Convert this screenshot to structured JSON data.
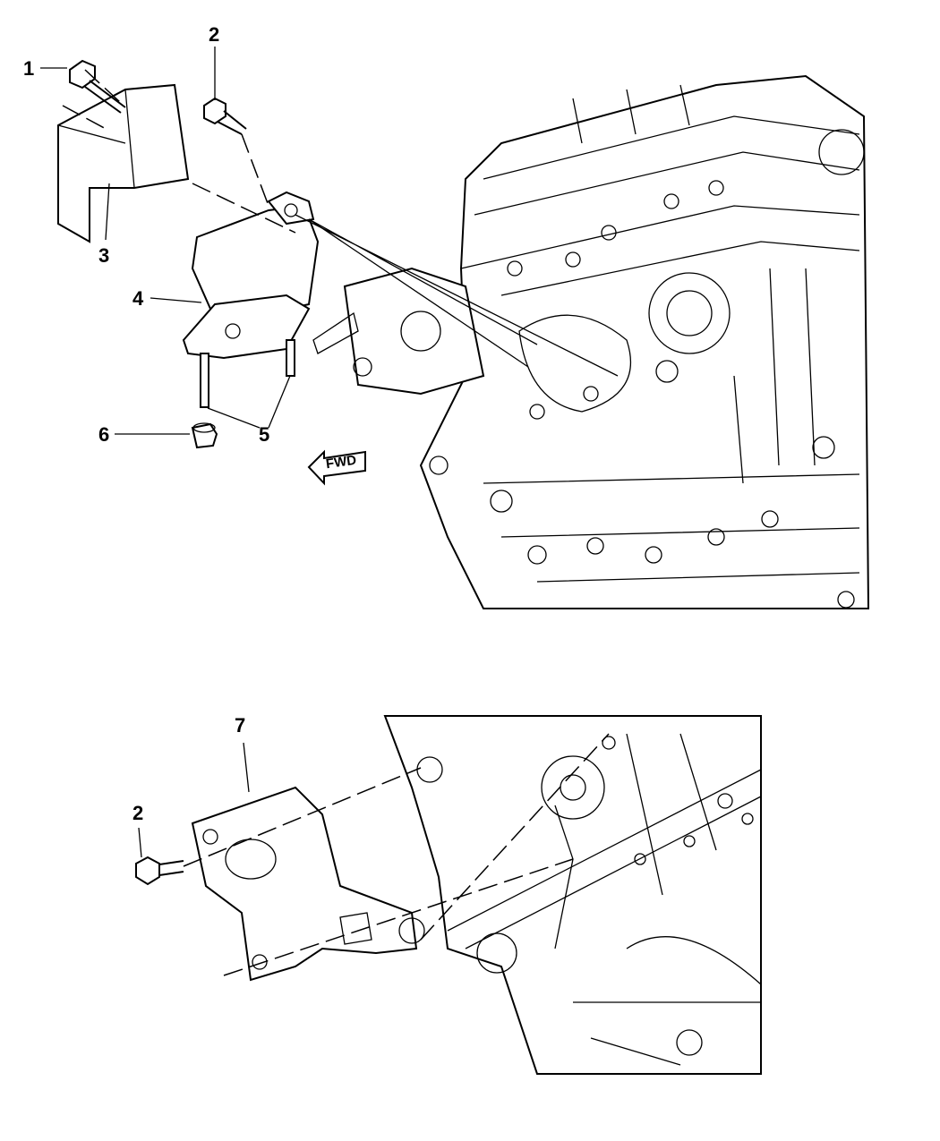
{
  "diagram": {
    "callouts": [
      {
        "id": "1",
        "label": "1"
      },
      {
        "id": "2a",
        "label": "2"
      },
      {
        "id": "3",
        "label": "3"
      },
      {
        "id": "4",
        "label": "4"
      },
      {
        "id": "5",
        "label": "5"
      },
      {
        "id": "6",
        "label": "6"
      },
      {
        "id": "7",
        "label": "7"
      },
      {
        "id": "2b",
        "label": "2"
      }
    ],
    "direction_arrow": {
      "label": "FWD"
    }
  }
}
